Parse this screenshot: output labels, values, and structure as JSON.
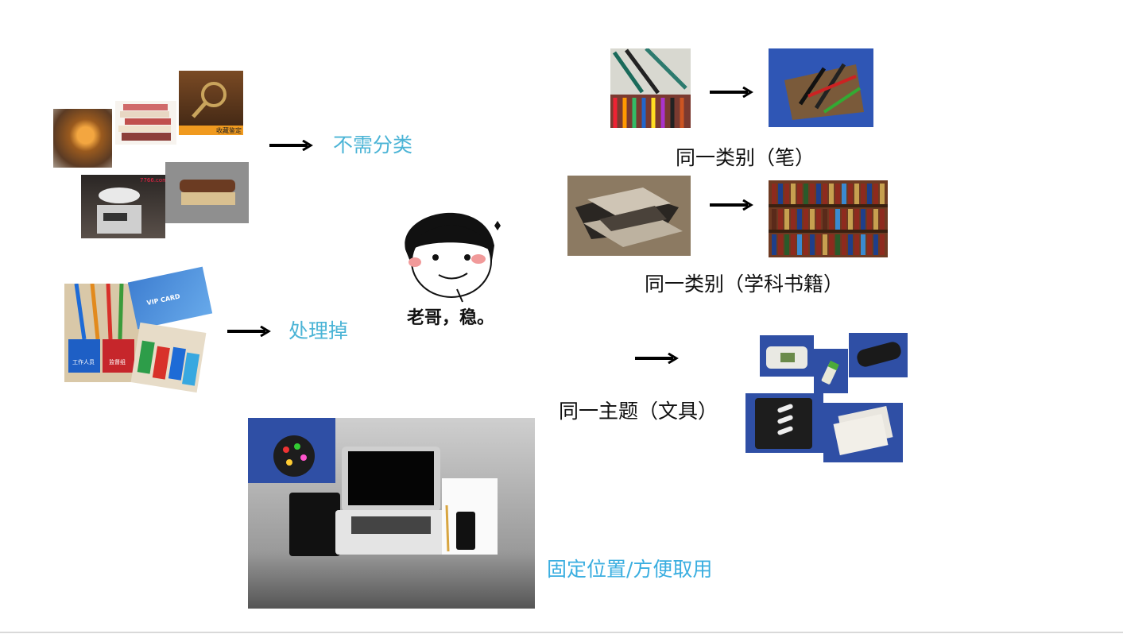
{
  "labels": {
    "no_sort": "不需分类",
    "discard": "处理掉",
    "same_category_pen": "同一类别（笔）",
    "same_category_books": "同一类别（学科书籍）",
    "same_theme_stationery": "同一主题（文具）",
    "fixed_position": "固定位置/方便取用"
  },
  "meme": {
    "caption": "老哥，稳。"
  },
  "photo_text": {
    "appraisal": "收藏鉴定",
    "site": "7766.com",
    "vip_card": "VIP CARD",
    "badge1": "工作人员",
    "badge2": "监督组"
  },
  "colors": {
    "accent": "#4bb4d6",
    "text": "#111111"
  }
}
